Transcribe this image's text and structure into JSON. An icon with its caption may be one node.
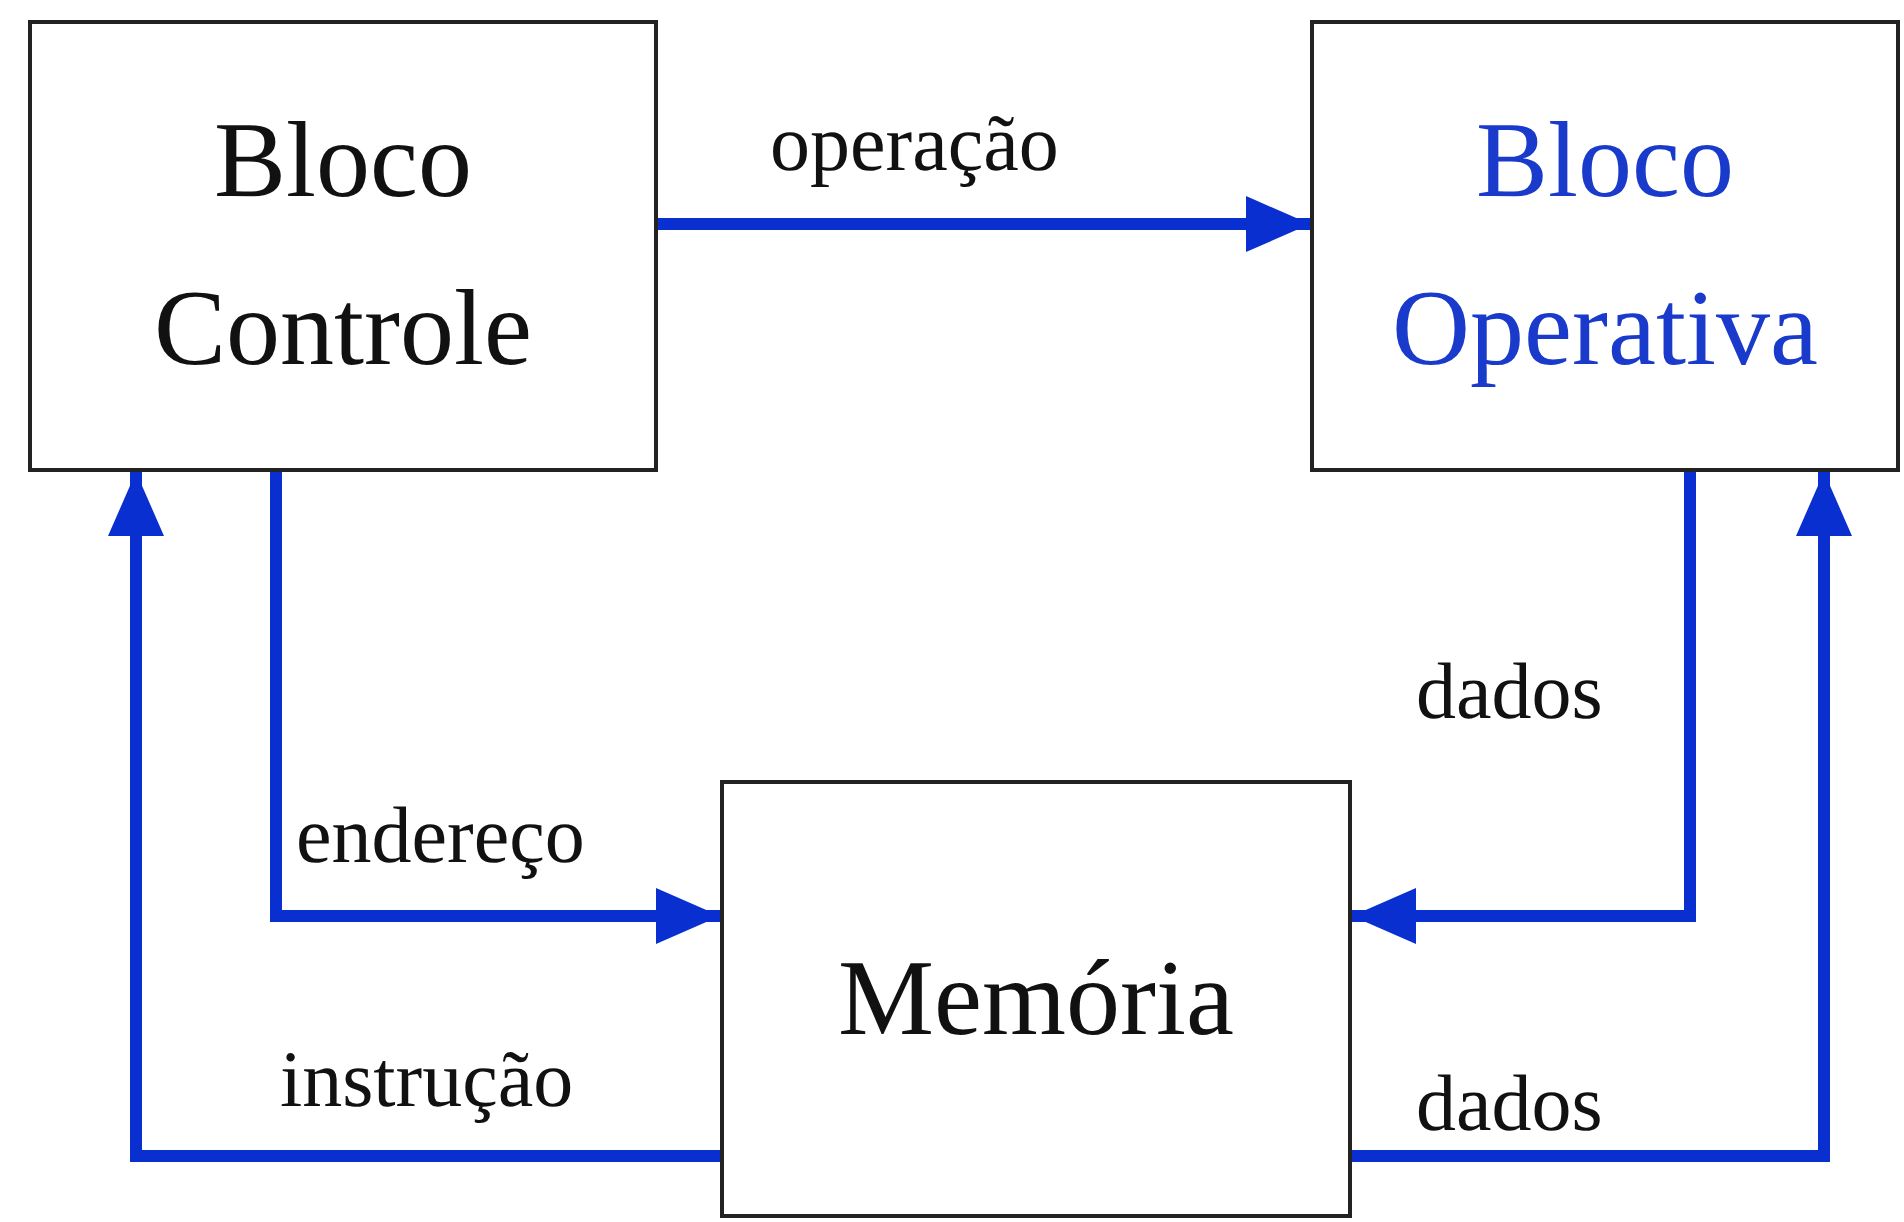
{
  "diagram": {
    "nodes": [
      {
        "text": [
          "Bloco Controle"
        ]
      },
      {
        "text": [
          "Bloco Operativa"
        ]
      },
      {
        "text": [
          "Memória"
        ]
      }
    ],
    "edges": [
      {
        "from": 0,
        "to": 1,
        "arrow": "to",
        "label": "operação"
      },
      {
        "from": 0,
        "to": 2,
        "arrow": "to",
        "label": "endereço"
      },
      {
        "from": 1,
        "to": 2,
        "arrow": "to",
        "label": "dados"
      },
      {
        "from": 2,
        "to": 0,
        "arrow": "to",
        "label": "instrução"
      },
      {
        "from": 2,
        "to": 1,
        "arrow": "to",
        "label": "dados"
      }
    ]
  }
}
